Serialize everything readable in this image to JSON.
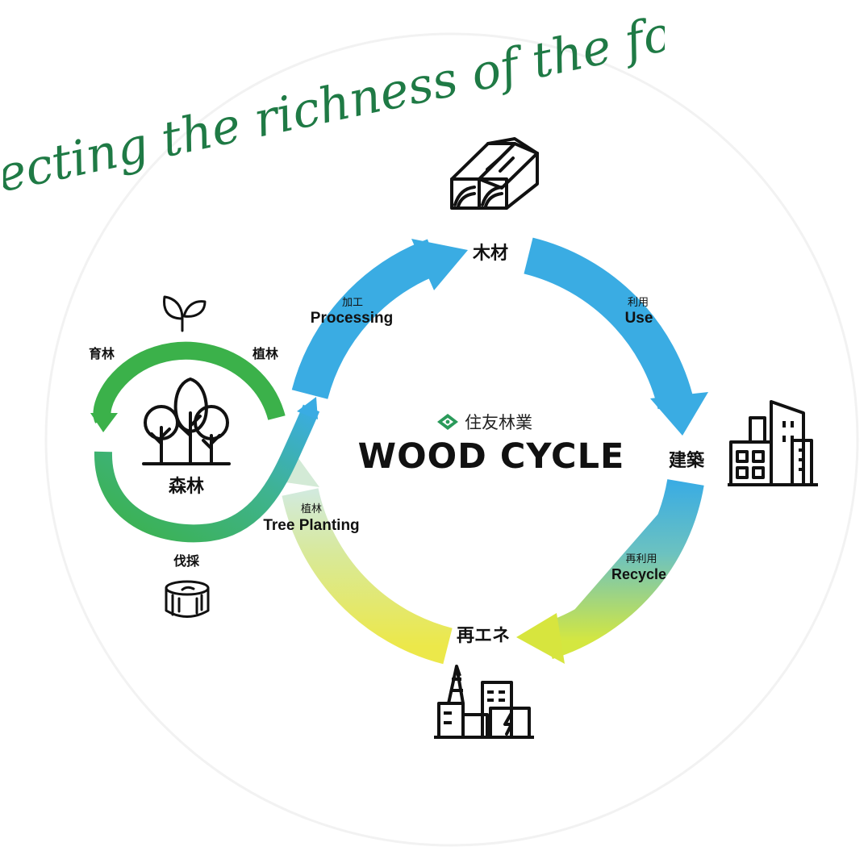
{
  "tagline": "Protecting the richness of the forest",
  "center": {
    "brand": "住友林業",
    "title": "WOOD CYCLE"
  },
  "nodes": {
    "wood": "木材",
    "building": "建築",
    "renewable": "再エネ",
    "forest": "森林"
  },
  "arrows": {
    "processing": {
      "jp": "加工",
      "en": "Processing"
    },
    "use": {
      "jp": "利用",
      "en": "Use"
    },
    "recycle": {
      "jp": "再利用",
      "en": "Recycle"
    },
    "tree_planting": {
      "jp": "植林",
      "en": "Tree Planting"
    }
  },
  "forest_cycle": {
    "nurture": "育林",
    "planting": "植林",
    "harvest": "伐採"
  },
  "colors": {
    "tagline_green": "#1f7a45",
    "forest_green": "#3bb14a",
    "cycle_blue": "#3aace3",
    "cycle_yellow": "#e8e64a",
    "brand_green": "#2a9a5a"
  },
  "icons": [
    "lumber-icon",
    "buildings-icon",
    "power-plant-icon",
    "trees-icon",
    "sprout-icon",
    "log-stump-icon",
    "brand-logo-icon"
  ]
}
